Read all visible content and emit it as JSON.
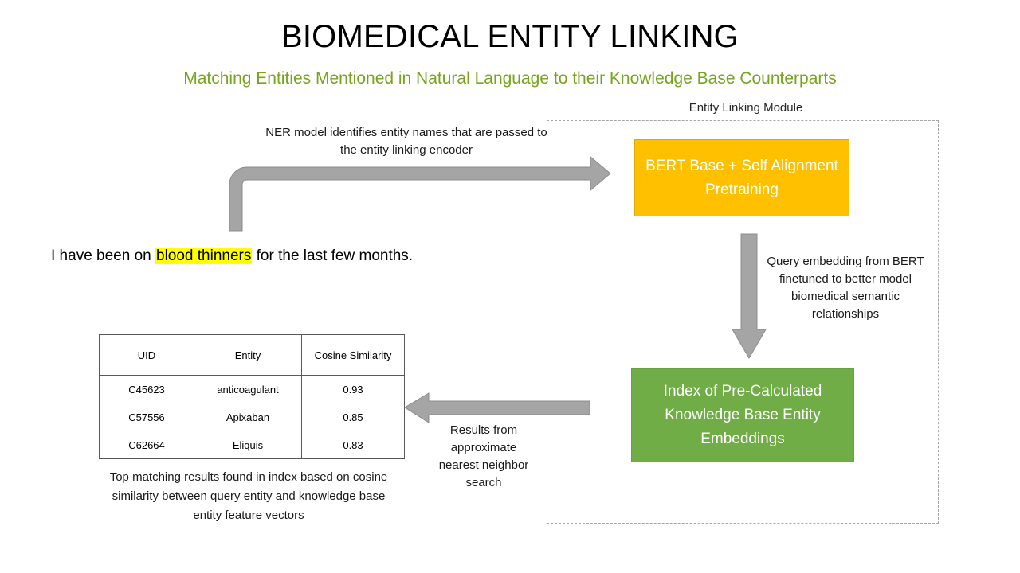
{
  "slide": {
    "title": "BIOMEDICAL ENTITY LINKING",
    "subtitle": "Matching Entities Mentioned in Natural Language to their Knowledge Base Counterparts",
    "title_color": "#000000",
    "subtitle_color": "#76a51d",
    "background_color": "#ffffff"
  },
  "module": {
    "label": "Entity Linking Module",
    "border_style": "dashed",
    "border_color": "#a6a6a6"
  },
  "boxes": {
    "bert": {
      "label": "BERT Base + Self Alignment Pretraining",
      "fill": "#ffc000",
      "text_color": "#ffffff"
    },
    "index": {
      "label": "Index of Pre-Calculated Knowledge Base Entity Embeddings",
      "fill": "#70ad47",
      "text_color": "#ffffff"
    }
  },
  "annotations": {
    "ner": "NER model identifies entity names that are passed to the entity linking encoder",
    "query": "Query embedding from BERT finetuned to better model biomedical semantic relationships",
    "results": "Results from approximate nearest neighbor search",
    "table_caption": "Top matching results found in index based on cosine similarity between query entity and knowledge base entity feature vectors"
  },
  "example": {
    "prefix": "I have been on ",
    "entity": "blood thinners",
    "suffix": " for the last few months.",
    "highlight_color": "#ffff00"
  },
  "table": {
    "columns": [
      "UID",
      "Entity",
      "Cosine Similarity"
    ],
    "rows": [
      {
        "uid": "C45623",
        "entity": "anticoagulant",
        "score": "0.93"
      },
      {
        "uid": "C57556",
        "entity": "Apixaban",
        "score": "0.85"
      },
      {
        "uid": "C62664",
        "entity": "Eliquis",
        "score": "0.83"
      }
    ]
  },
  "arrows": {
    "color": "#a5a5a5",
    "stroke": "#8c8c8c",
    "items": [
      {
        "name": "ner-to-bert-arrow",
        "direction": "bent-up-right"
      },
      {
        "name": "bert-to-index-arrow",
        "direction": "down"
      },
      {
        "name": "index-to-results-arrow",
        "direction": "left"
      }
    ]
  },
  "chart_data": {
    "type": "table",
    "title": "Top matching results",
    "columns": [
      "UID",
      "Entity",
      "Cosine Similarity"
    ],
    "values": [
      [
        "C45623",
        "anticoagulant",
        0.93
      ],
      [
        "C57556",
        "Apixaban",
        0.85
      ],
      [
        "C62664",
        "Eliquis",
        0.83
      ]
    ]
  }
}
